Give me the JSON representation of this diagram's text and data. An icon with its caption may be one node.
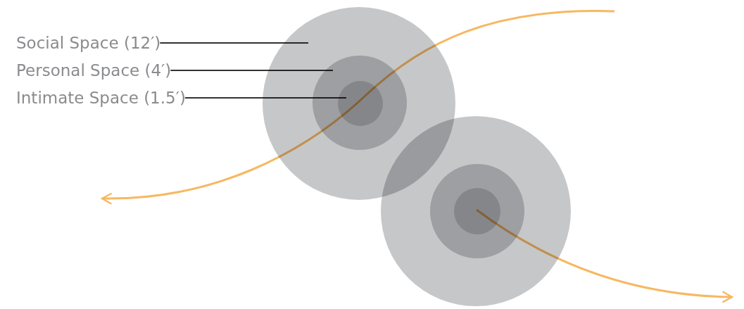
{
  "diagram": {
    "nodes": [
      {
        "text": [
          "Social Space (12′)"
        ]
      },
      {
        "text": [
          "Personal Space (4′)"
        ]
      },
      {
        "text": [
          "Intimate Space (1.5′)"
        ]
      },
      {
        "text": [],
        "shape": "circle"
      },
      {
        "text": [],
        "shape": "circle",
        "in": 3
      },
      {
        "text": [],
        "shape": "circle",
        "in": 4
      },
      {
        "text": [],
        "shape": "circle"
      },
      {
        "text": [],
        "shape": "circle",
        "in": 6
      },
      {
        "text": [],
        "shape": "circle",
        "in": 7
      }
    ],
    "edges": [
      {
        "from": 0,
        "to": 3,
        "arrow": "none"
      },
      {
        "from": 1,
        "to": 4,
        "arrow": "none"
      },
      {
        "from": 2,
        "to": 5,
        "arrow": "none"
      },
      {
        "from": 8,
        "to": null,
        "arrow": "to",
        "color": "#f7b862"
      }
    ]
  }
}
